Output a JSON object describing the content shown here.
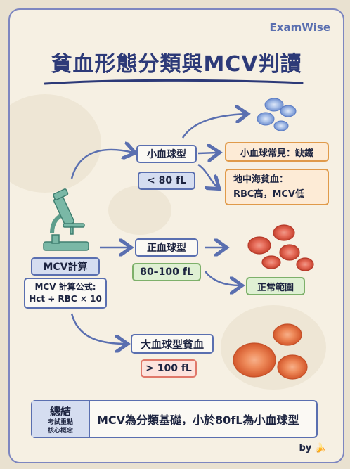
{
  "brand": "ExamWise",
  "title": "貧血形態分類與MCV判讀",
  "calc": {
    "label": "MCV計算",
    "formula_line1": "MCV 計算公式:",
    "formula_line2": "Hct ÷ RBC × 10"
  },
  "branches": {
    "micro": {
      "label": "小血球型",
      "range": "< 80 fL",
      "note1": "小血球常見：缺鐵",
      "note2_line1": "地中海貧血：",
      "note2_line2": "RBC高，MCV低"
    },
    "normo": {
      "label": "正血球型",
      "range": "80–100 fL",
      "note": "正常範圍"
    },
    "macro": {
      "label": "大血球型貧血",
      "range": "> 100 fL"
    }
  },
  "summary": {
    "label": "總結",
    "sub_line1": "考試重點",
    "sub_line2": "核心概念",
    "text": "MCV為分類基礎，小於80fL為小血球型"
  },
  "byline": "by"
}
